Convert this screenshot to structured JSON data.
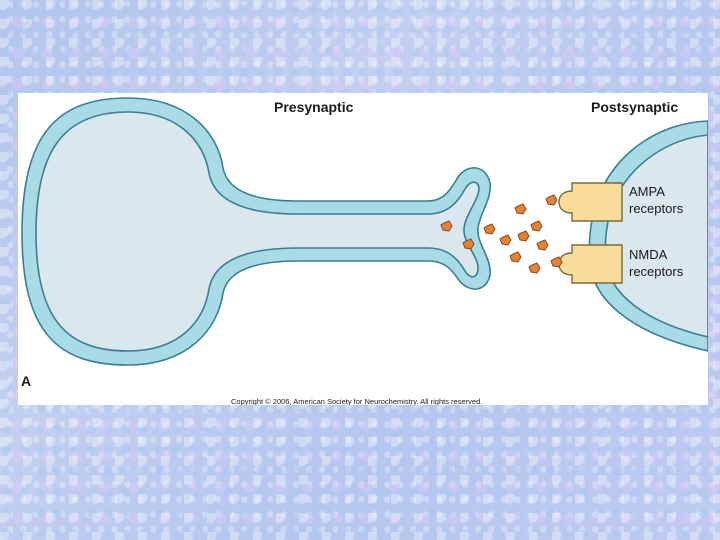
{
  "diagram": {
    "labels": {
      "presynaptic": "Presynaptic",
      "postsynaptic": "Postsynaptic",
      "ampa_line1": "AMPA",
      "ampa_line2": "receptors",
      "nmda_line1": "NMDA",
      "nmda_line2": "receptors",
      "panel": "A",
      "copyright": "Copyright © 2006, American Society for Neurochemistry. All rights reserved."
    },
    "colors": {
      "membrane_fill": "#a9dbe6",
      "membrane_stroke": "#3a7f92",
      "cytoplasm": "#dbe7ee",
      "receptor_fill": "#f7dc9a",
      "receptor_stroke": "#7a6a3c",
      "neurotransmitter": "#e0823a",
      "neurotransmitter_stroke": "#8a4a1a"
    }
  }
}
